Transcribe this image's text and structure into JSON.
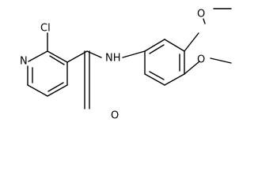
{
  "molecule": {
    "atoms": {
      "cl": "Cl",
      "n_ring": "N",
      "nh": "NH",
      "o_carbonyl": "O",
      "o_methoxy_top": "O",
      "o_methoxy_bottom": "O"
    },
    "colors": {
      "bond": "#000000",
      "background": "#ffffff"
    }
  }
}
